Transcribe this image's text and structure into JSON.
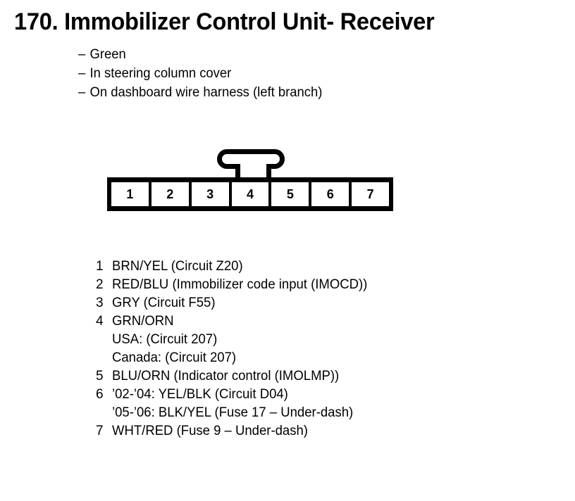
{
  "page": {
    "title": "170. Immobilizer Control Unit- Receiver"
  },
  "subtitle": {
    "dash": "–",
    "lines": [
      "Green",
      "In steering column cover",
      "On dashboard wire harness (left branch)"
    ]
  },
  "connector": {
    "name": "7-cavity connector",
    "latch_position": "above pin 4",
    "pins": [
      "1",
      "2",
      "3",
      "4",
      "5",
      "6",
      "7"
    ]
  },
  "pin_list": [
    {
      "number": "1",
      "text": "BRN/YEL (Circuit Z20)",
      "sublines": []
    },
    {
      "number": "2",
      "text": "RED/BLU (Immobilizer code input (IMOCD))",
      "sublines": []
    },
    {
      "number": "3",
      "text": "GRY (Circuit F55)",
      "sublines": []
    },
    {
      "number": "4",
      "text": "GRN/ORN",
      "sublines": [
        "USA: (Circuit 207)",
        "Canada: (Circuit 207)"
      ]
    },
    {
      "number": "5",
      "text": "BLU/ORN (Indicator control (IMOLMP))",
      "sublines": []
    },
    {
      "number": "6",
      "text": "’02-’04: YEL/BLK (Circuit D04)",
      "sublines": [
        "’05-’06: BLK/YEL (Fuse 17 – Under-dash)"
      ]
    },
    {
      "number": "7",
      "text": "WHT/RED (Fuse 9 – Under-dash)",
      "sublines": []
    }
  ],
  "colors": {
    "ink": "#000000",
    "paper": "#ffffff"
  }
}
